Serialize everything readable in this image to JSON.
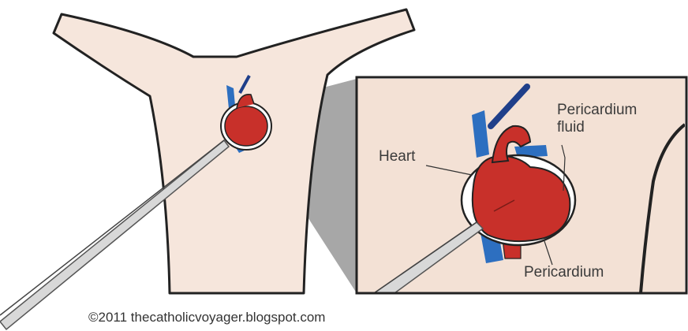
{
  "labels": {
    "pericardium_fluid": "Pericardium\nfluid",
    "heart": "Heart",
    "pericardium": "Pericardium"
  },
  "credit": "©2011 thecatholicvoyager.blogspot.com",
  "colors": {
    "skin": "#f6e6dc",
    "heart": "#c8302a",
    "vessel_blue": "#2d6fc0",
    "outline": "#222222",
    "zoom_shadow": "#8a8a8a",
    "needle": "#d8d8d8"
  }
}
